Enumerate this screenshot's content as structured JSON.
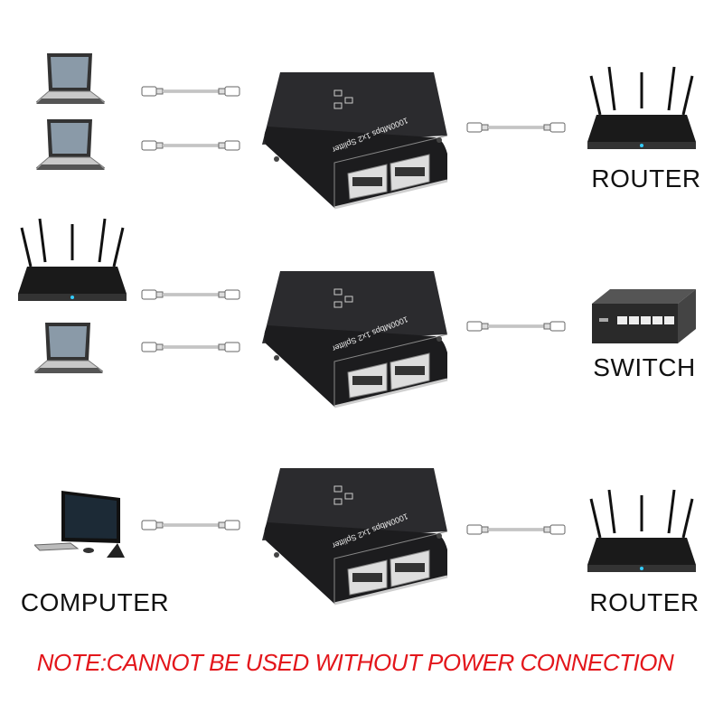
{
  "splitter": {
    "text": "1000Mbps 1x2 Splitter",
    "color": "#1c1c1e"
  },
  "rows": [
    {
      "left": [
        "laptop",
        "laptop"
      ],
      "right": "router",
      "right_label": "ROUTER"
    },
    {
      "left": [
        "router",
        "laptop"
      ],
      "right": "switch",
      "right_label": "SWITCH"
    },
    {
      "left": [
        "computer"
      ],
      "left_label": "COMPUTER",
      "right": "router",
      "right_label": "ROUTER"
    }
  ],
  "note": {
    "text": "NOTE:CANNOT BE USED WITHOUT POWER CONNECTION",
    "color": "#e3161b"
  }
}
